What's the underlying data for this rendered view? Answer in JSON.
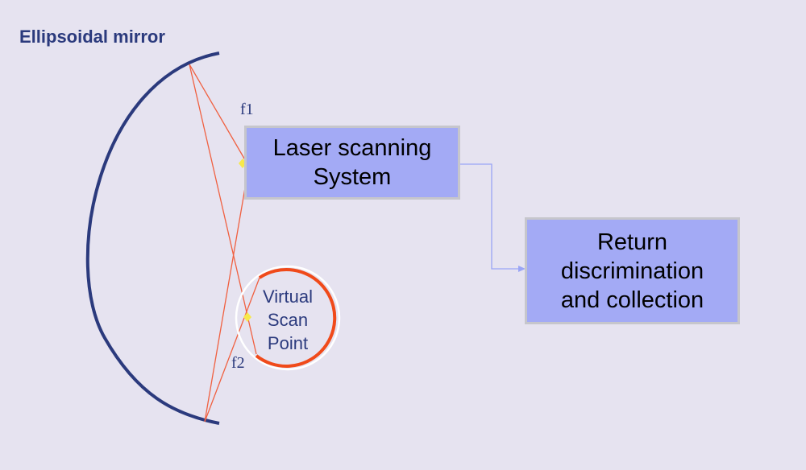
{
  "title": "Ellipsoidal mirror",
  "focus_labels": {
    "f1": "f1",
    "f2": "f2"
  },
  "boxes": {
    "laser_scanning": {
      "line1": "Laser scanning",
      "line2": "System"
    },
    "return_discrimination": {
      "line1": "Return",
      "line2": "discrimination",
      "line3": "and collection"
    }
  },
  "virtual_scan_point": {
    "line1": "Virtual",
    "line2": "Scan",
    "line3": "Point"
  },
  "colors": {
    "background": "#e6e3f0",
    "mirror": "#2b3a7d",
    "rays": "#f06040",
    "box_fill": "#a3aaf5",
    "box_border": "#c6c6cc",
    "connector": "#9aa5f5",
    "circle_arc": "#f04a1a",
    "focus_marker": "#f7e84a"
  }
}
